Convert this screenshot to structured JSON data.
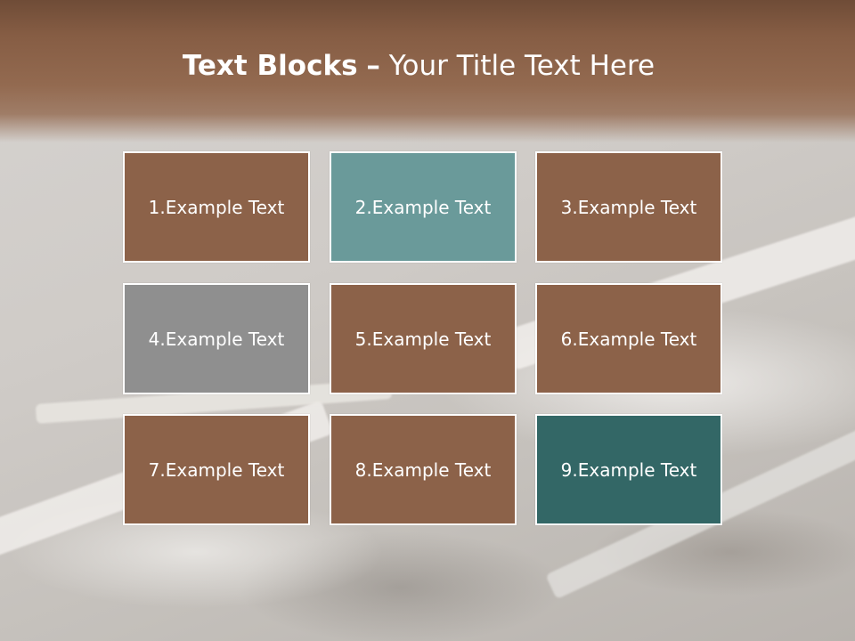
{
  "title": {
    "bold": "Text Blocks",
    "dash": "–",
    "rest": "Your Title Text Here"
  },
  "colors": {
    "brown": "#8c6249",
    "teal": "#6a9a9a",
    "gray": "#8f8f8f",
    "dark_teal": "#336766",
    "header": "#8a5f46"
  },
  "blocks": [
    {
      "label": "1.Example Text",
      "color": "#8c6249"
    },
    {
      "label": "2.Example Text",
      "color": "#6a9a9a"
    },
    {
      "label": "3.Example Text",
      "color": "#8c6249"
    },
    {
      "label": "4.Example Text",
      "color": "#8f8f8f"
    },
    {
      "label": "5.Example Text",
      "color": "#8c6249"
    },
    {
      "label": "6.Example Text",
      "color": "#8c6249"
    },
    {
      "label": "7.Example Text",
      "color": "#8c6249"
    },
    {
      "label": "8.Example Text",
      "color": "#8c6249"
    },
    {
      "label": "9.Example Text",
      "color": "#336766"
    }
  ]
}
